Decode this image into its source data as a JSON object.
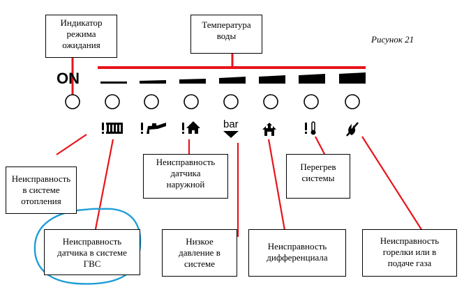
{
  "figure_caption": "Рисунок 21",
  "on_label": "ON",
  "bar_label": "bar",
  "icons": [
    "heating-fault-icon",
    "dhw-sensor-fault-icon",
    "outdoor-sensor-fault-icon",
    "low-pressure-icon",
    "differential-fault-icon",
    "overheat-icon",
    "burner-gas-fault-icon"
  ],
  "colors": {
    "leader": "#e8141b",
    "highlight_circle": "#1f9ed6",
    "ink": "#000000"
  },
  "labels": {
    "standby": "Индикатор\nрежима\nожидания",
    "water_temp": "Температура\nводы",
    "heating_fault": "Неисправность\nв системе\nотопления",
    "dhw_sensor_fault": "Неисправность\nдатчика в системе\nГВС",
    "outdoor_sensor_fault": "Неисправность\nдатчика\nнаружной",
    "low_pressure": "Низкое\nдавление в\nсистеме",
    "differential_fault": "Неисправность\nдифференциала",
    "overheat": "Перегрев\nсистемы",
    "burner_gas_fault": "Неисправность\nгорелки или  в\nподаче газа"
  }
}
